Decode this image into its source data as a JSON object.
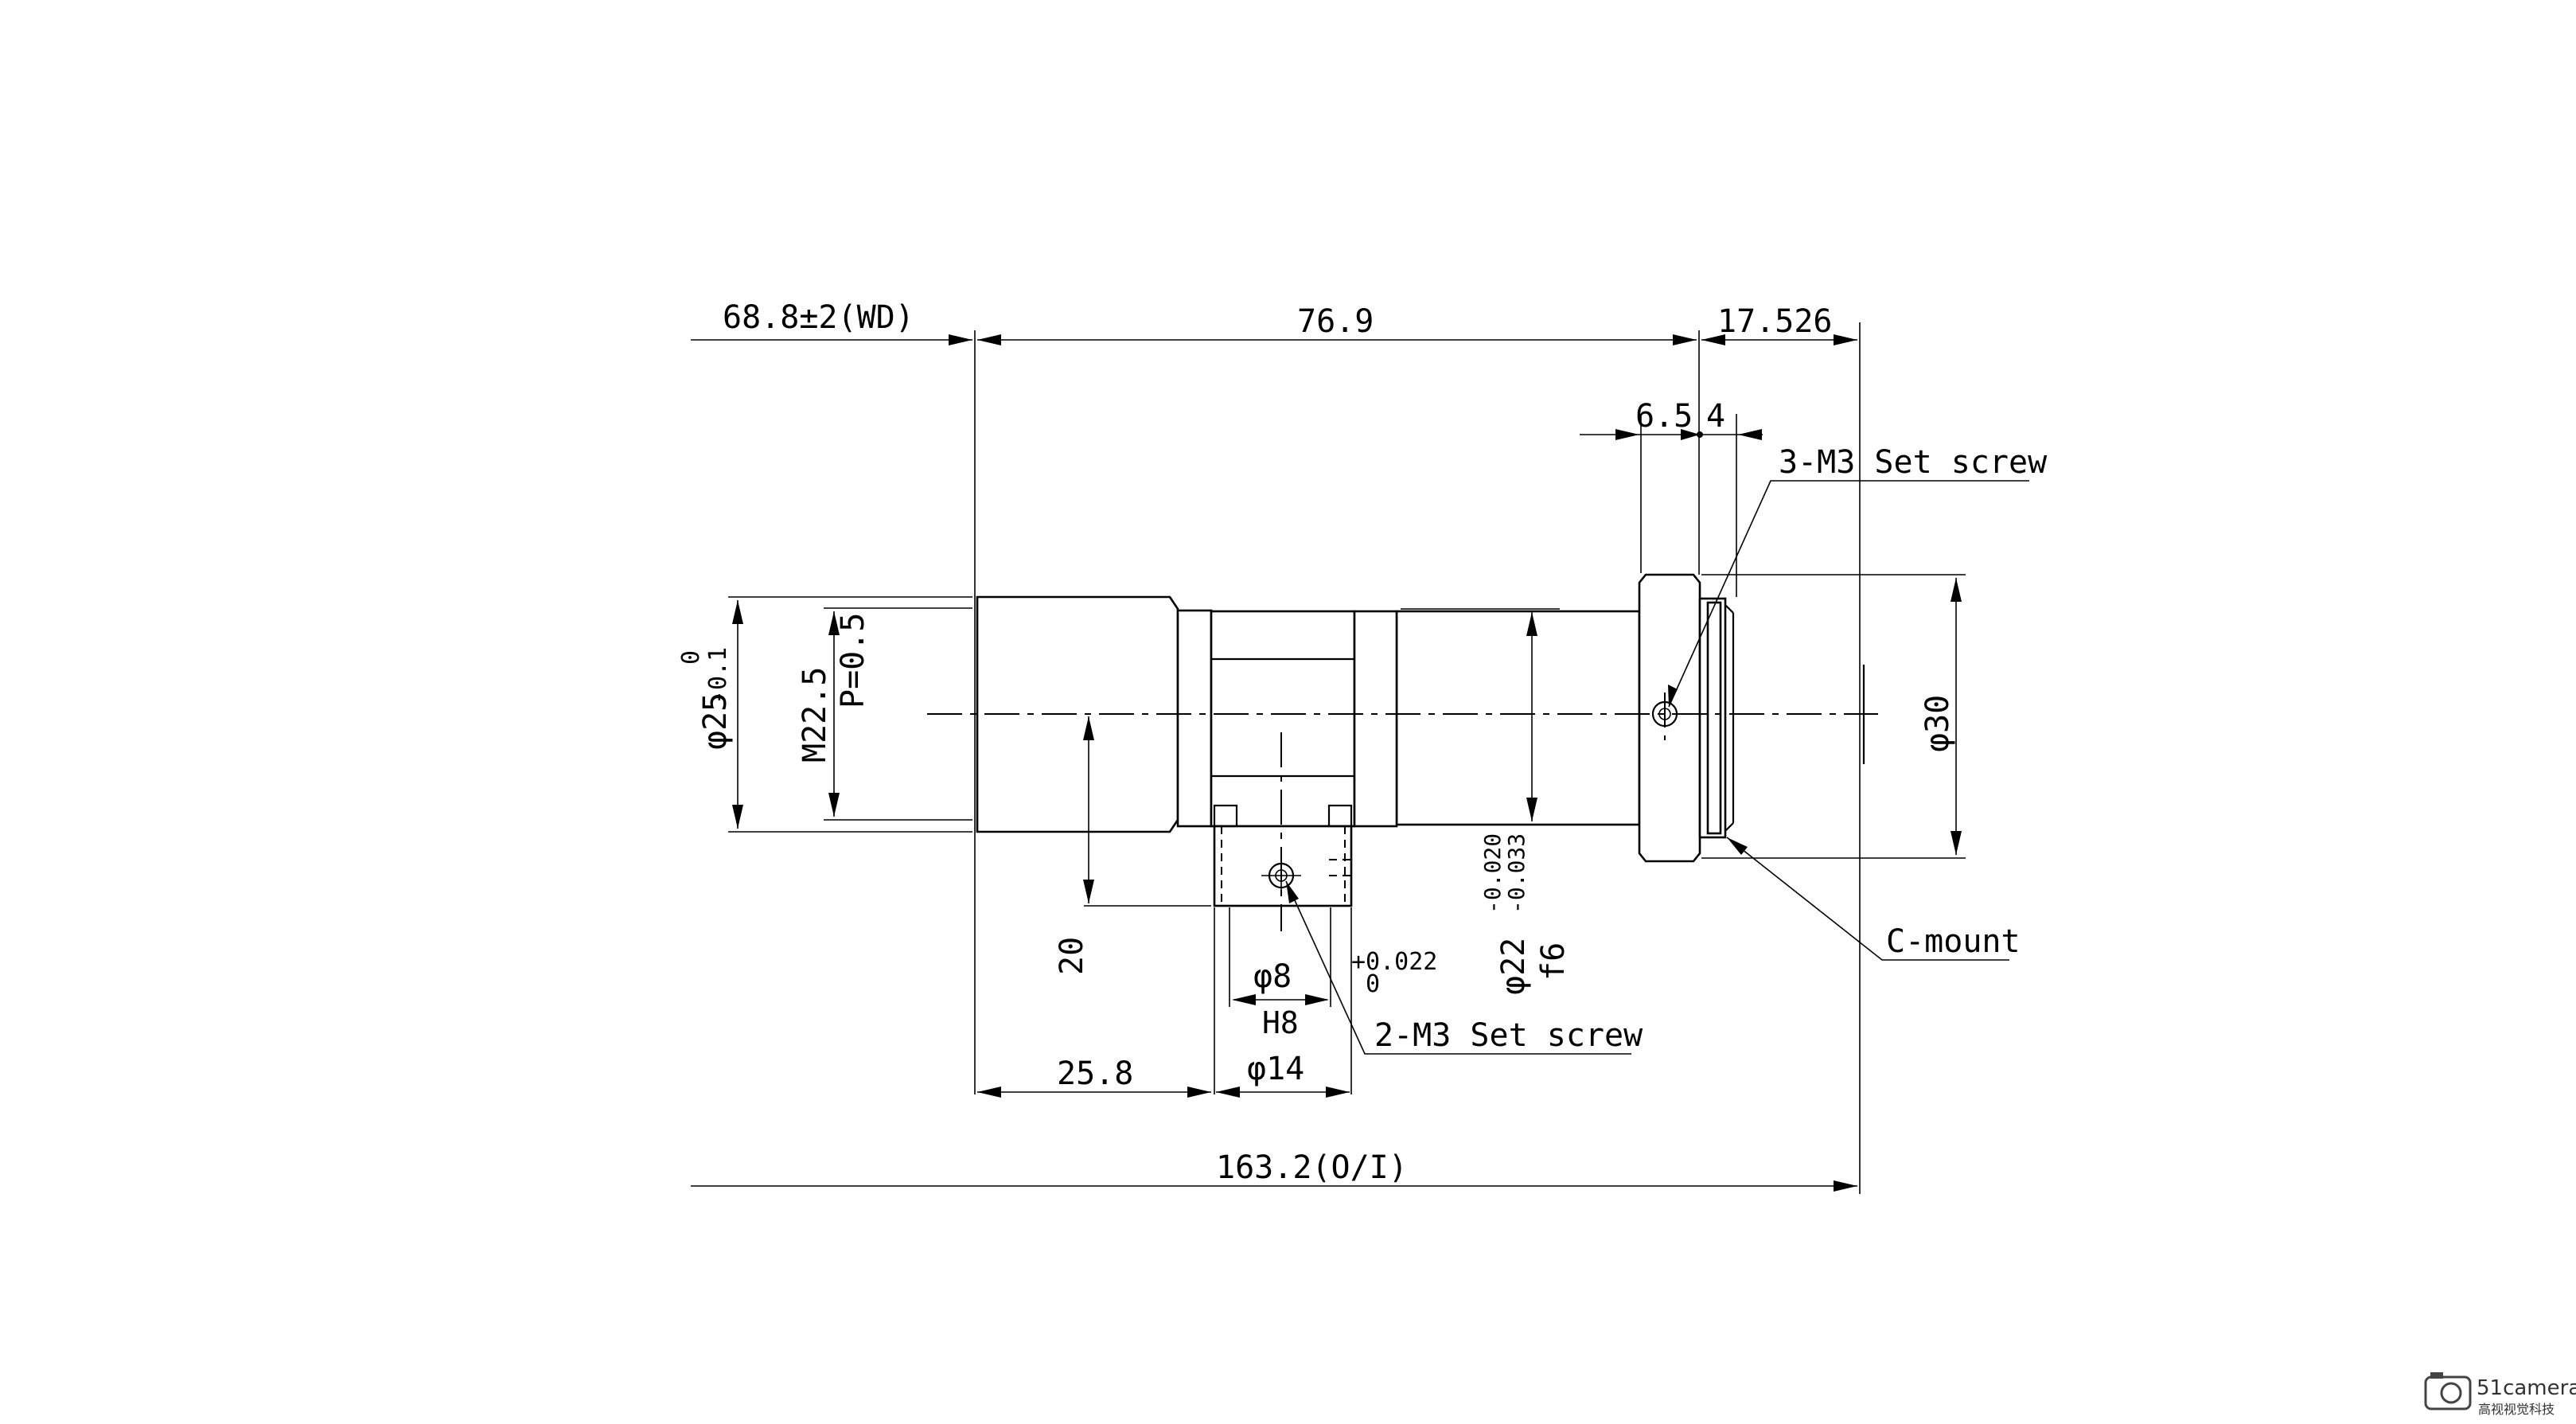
{
  "dimensions": {
    "wd": "68.8±2(WD)",
    "len_main": "76.9",
    "len_rear": "17.526",
    "ring_a": "6.5",
    "ring_b": "4",
    "front_dia": "φ25",
    "front_tol_up": "0",
    "front_tol_low": "-0.1",
    "thread": "M22.5",
    "pitch": "P=0.5",
    "height": "20",
    "len_front": "25.8",
    "mount_dia": "φ14",
    "bore_dia": "φ8",
    "bore_fit": "H8",
    "bore_tol_up": "+0.022",
    "bore_tol_low": "0",
    "shaft_dia": "φ22",
    "shaft_tol_up": "-0.020",
    "shaft_tol_low": "-0.033",
    "shaft_fit": "f6",
    "rear_dia": "φ30",
    "total": "163.2(O/I)"
  },
  "callouts": {
    "set_screw_3": "3-M3 Set screw",
    "set_screw_2": "2-M3 Set screw",
    "c_mount": "C-mount"
  },
  "watermark": {
    "brand": "51camera",
    "sub": "高视视觉科技"
  }
}
